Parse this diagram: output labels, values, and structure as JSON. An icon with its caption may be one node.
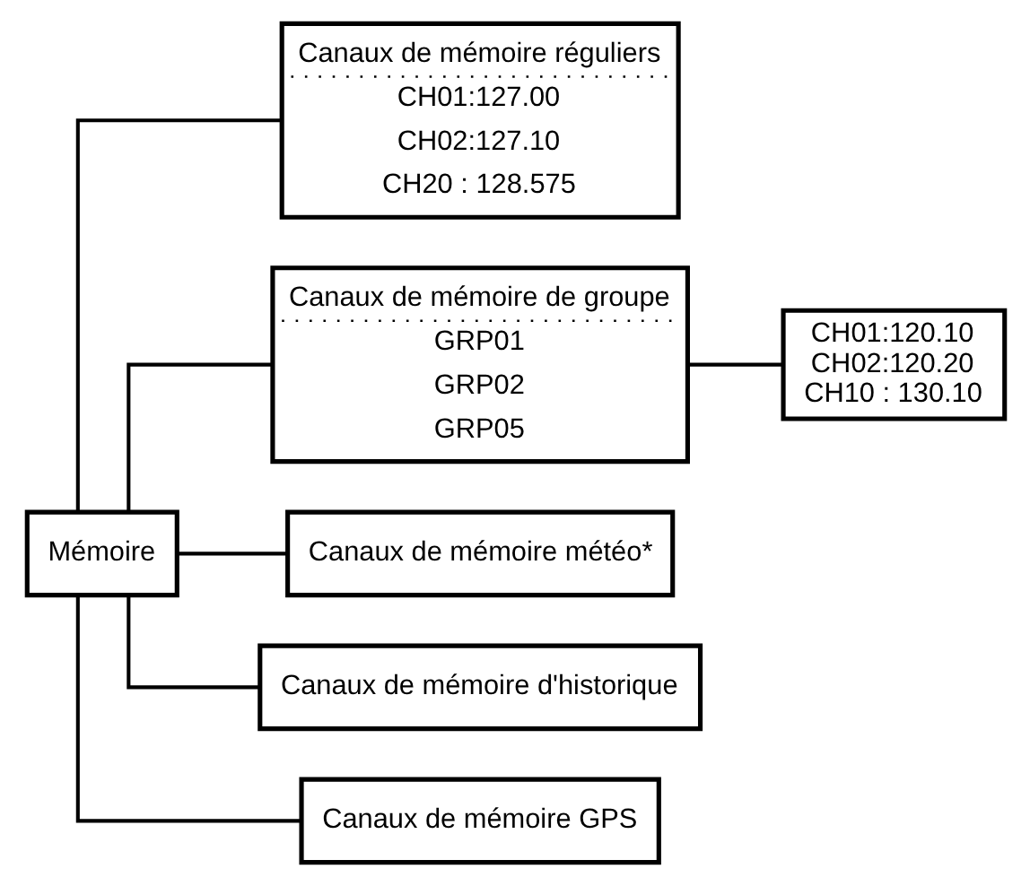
{
  "diagram": {
    "nodes": [
      {
        "text": [
          "Mémoire"
        ]
      },
      {
        "text": [
          "Canaux de mémoire réguliers",
          "CH01:127.00",
          "CH02:127.10",
          "CH20 : 128.575"
        ]
      },
      {
        "text": [
          "Canaux de mémoire de groupe",
          "GRP01",
          "GRP02",
          "GRP05"
        ]
      },
      {
        "text": [
          "CH01:120.10",
          "CH02:120.20",
          "CH10 : 130.10"
        ]
      },
      {
        "text": [
          "Canaux de mémoire météo*"
        ]
      },
      {
        "text": [
          "Canaux de mémoire d'historique"
        ]
      },
      {
        "text": [
          "Canaux de mémoire GPS"
        ]
      }
    ],
    "edges": [
      {
        "from": 0,
        "to": 1,
        "arrow": "none"
      },
      {
        "from": 0,
        "to": 2,
        "arrow": "none"
      },
      {
        "from": 2,
        "to": 3,
        "arrow": "none"
      },
      {
        "from": 0,
        "to": 4,
        "arrow": "none"
      },
      {
        "from": 0,
        "to": 5,
        "arrow": "none"
      },
      {
        "from": 0,
        "to": 6,
        "arrow": "none"
      }
    ]
  }
}
